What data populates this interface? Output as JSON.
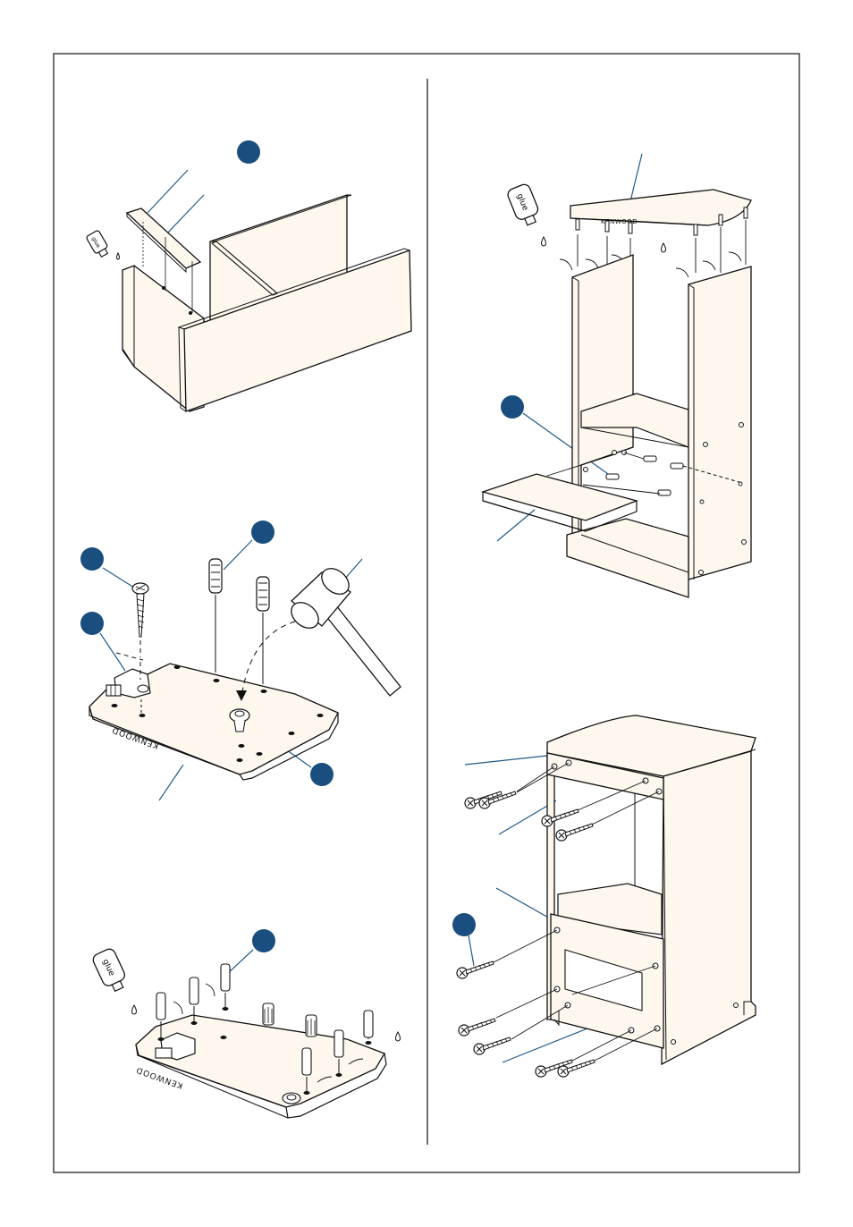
{
  "colors": {
    "panel": "#fdf7ee",
    "line": "#111111",
    "callout": "#1f5a8a",
    "marker": "#1a4e7e"
  },
  "brand": {
    "top_panel": "KENWOOD",
    "base_plate_1": "KENWOOD",
    "base_plate_2": "KENWOOD"
  },
  "glue_label": "glue",
  "icons": [
    "glue-bottle-icon",
    "glue-drop-icon",
    "hammer-icon",
    "screw-icon",
    "dowel-icon",
    "cam-lock-icon"
  ]
}
